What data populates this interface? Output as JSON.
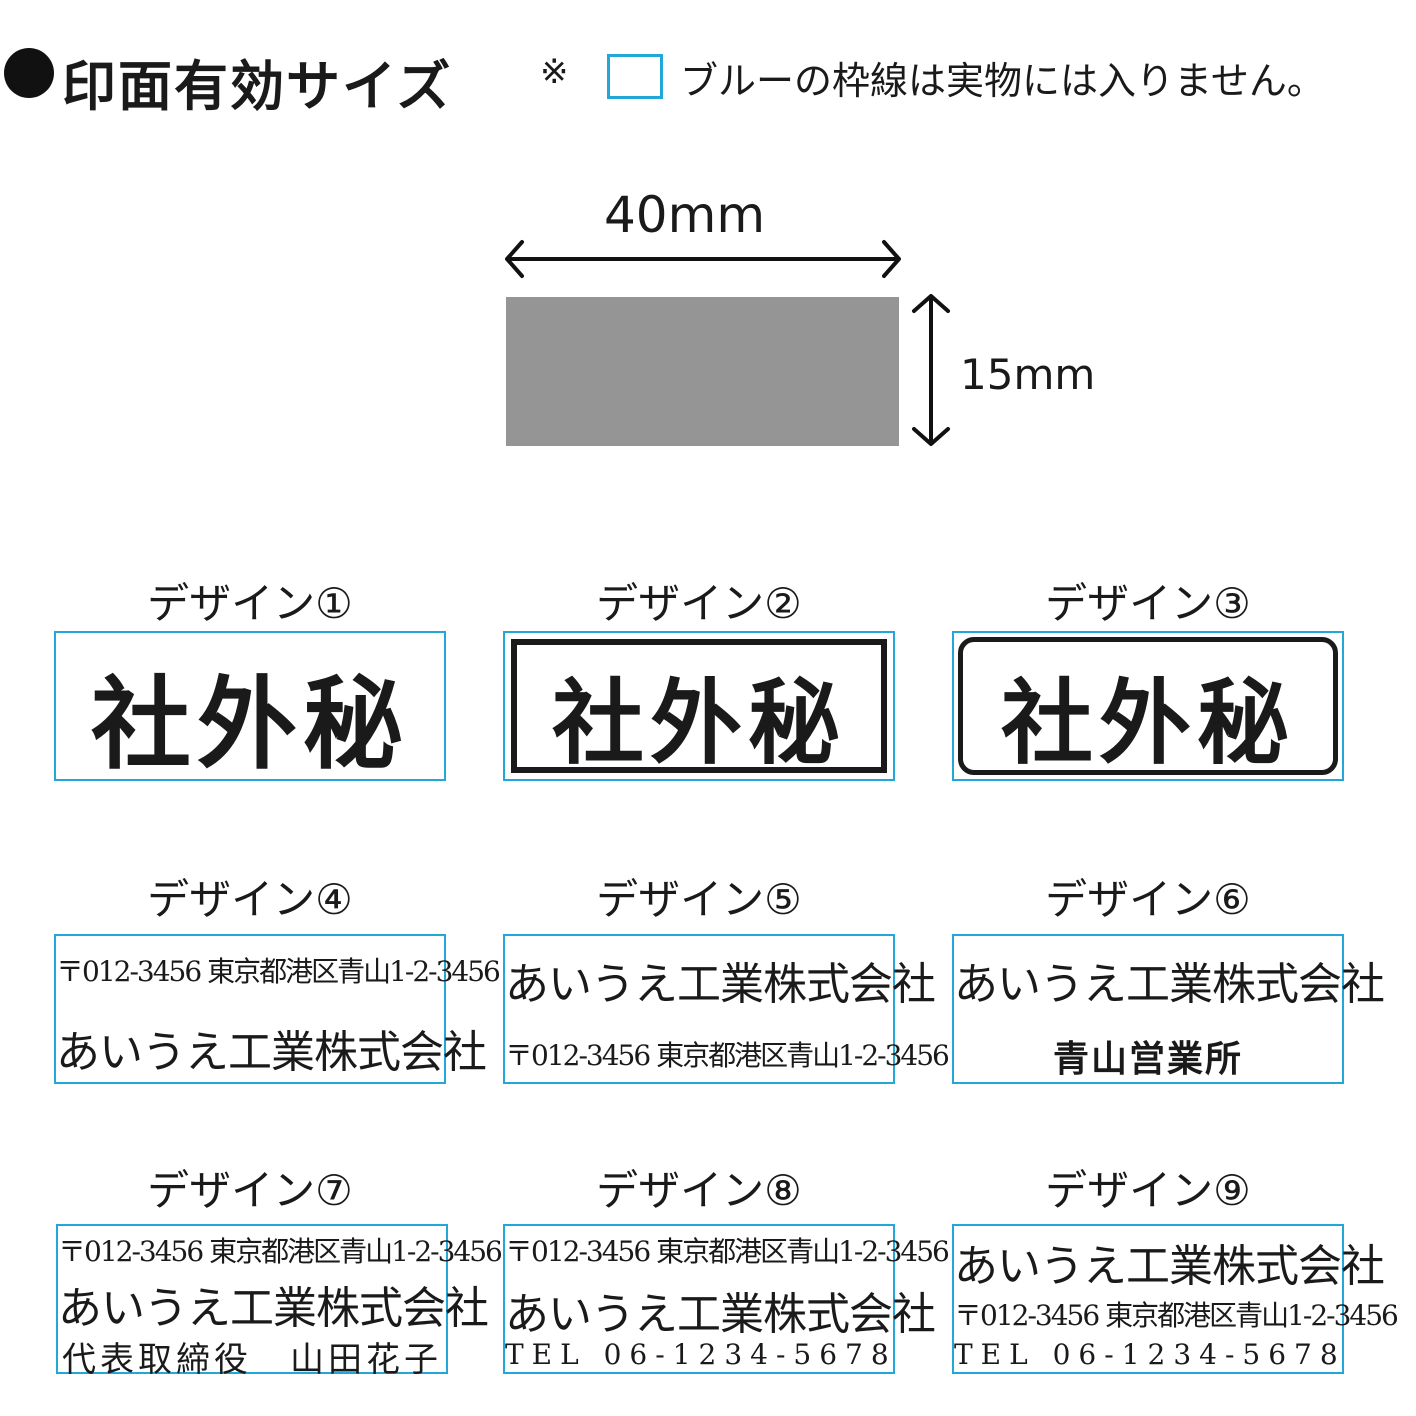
{
  "header": {
    "title": "印面有効サイズ",
    "note_mark": "※",
    "note_text": "ブルーの枠線は実物には入りません。"
  },
  "dimensions": {
    "width_label": "40mm",
    "height_label": "15mm"
  },
  "colors": {
    "frame_blue": "#22a8d8",
    "impression_gray": "#959595",
    "ink": "#1a1a1a"
  },
  "designs": [
    {
      "label": "デザイン①",
      "text": "社外秘"
    },
    {
      "label": "デザイン②",
      "text": "社外秘"
    },
    {
      "label": "デザイン③",
      "text": "社外秘"
    },
    {
      "label": "デザイン④",
      "address": "〒012-3456 東京都港区青山1-2-3456",
      "company": "あいうえ工業株式会社"
    },
    {
      "label": "デザイン⑤",
      "company": "あいうえ工業株式会社",
      "address": "〒012-3456 東京都港区青山1-2-3456"
    },
    {
      "label": "デザイン⑥",
      "company": "あいうえ工業株式会社",
      "office": "青山営業所"
    },
    {
      "label": "デザイン⑦",
      "address": "〒012-3456 東京都港区青山1-2-3456",
      "company": "あいうえ工業株式会社",
      "person": "代表取締役　山田花子"
    },
    {
      "label": "デザイン⑧",
      "address": "〒012-3456 東京都港区青山1-2-3456",
      "company": "あいうえ工業株式会社",
      "tel": "TEL 06-1234-5678"
    },
    {
      "label": "デザイン⑨",
      "company": "あいうえ工業株式会社",
      "address": "〒012-3456 東京都港区青山1-2-3456",
      "tel": "TEL 06-1234-5678"
    }
  ]
}
